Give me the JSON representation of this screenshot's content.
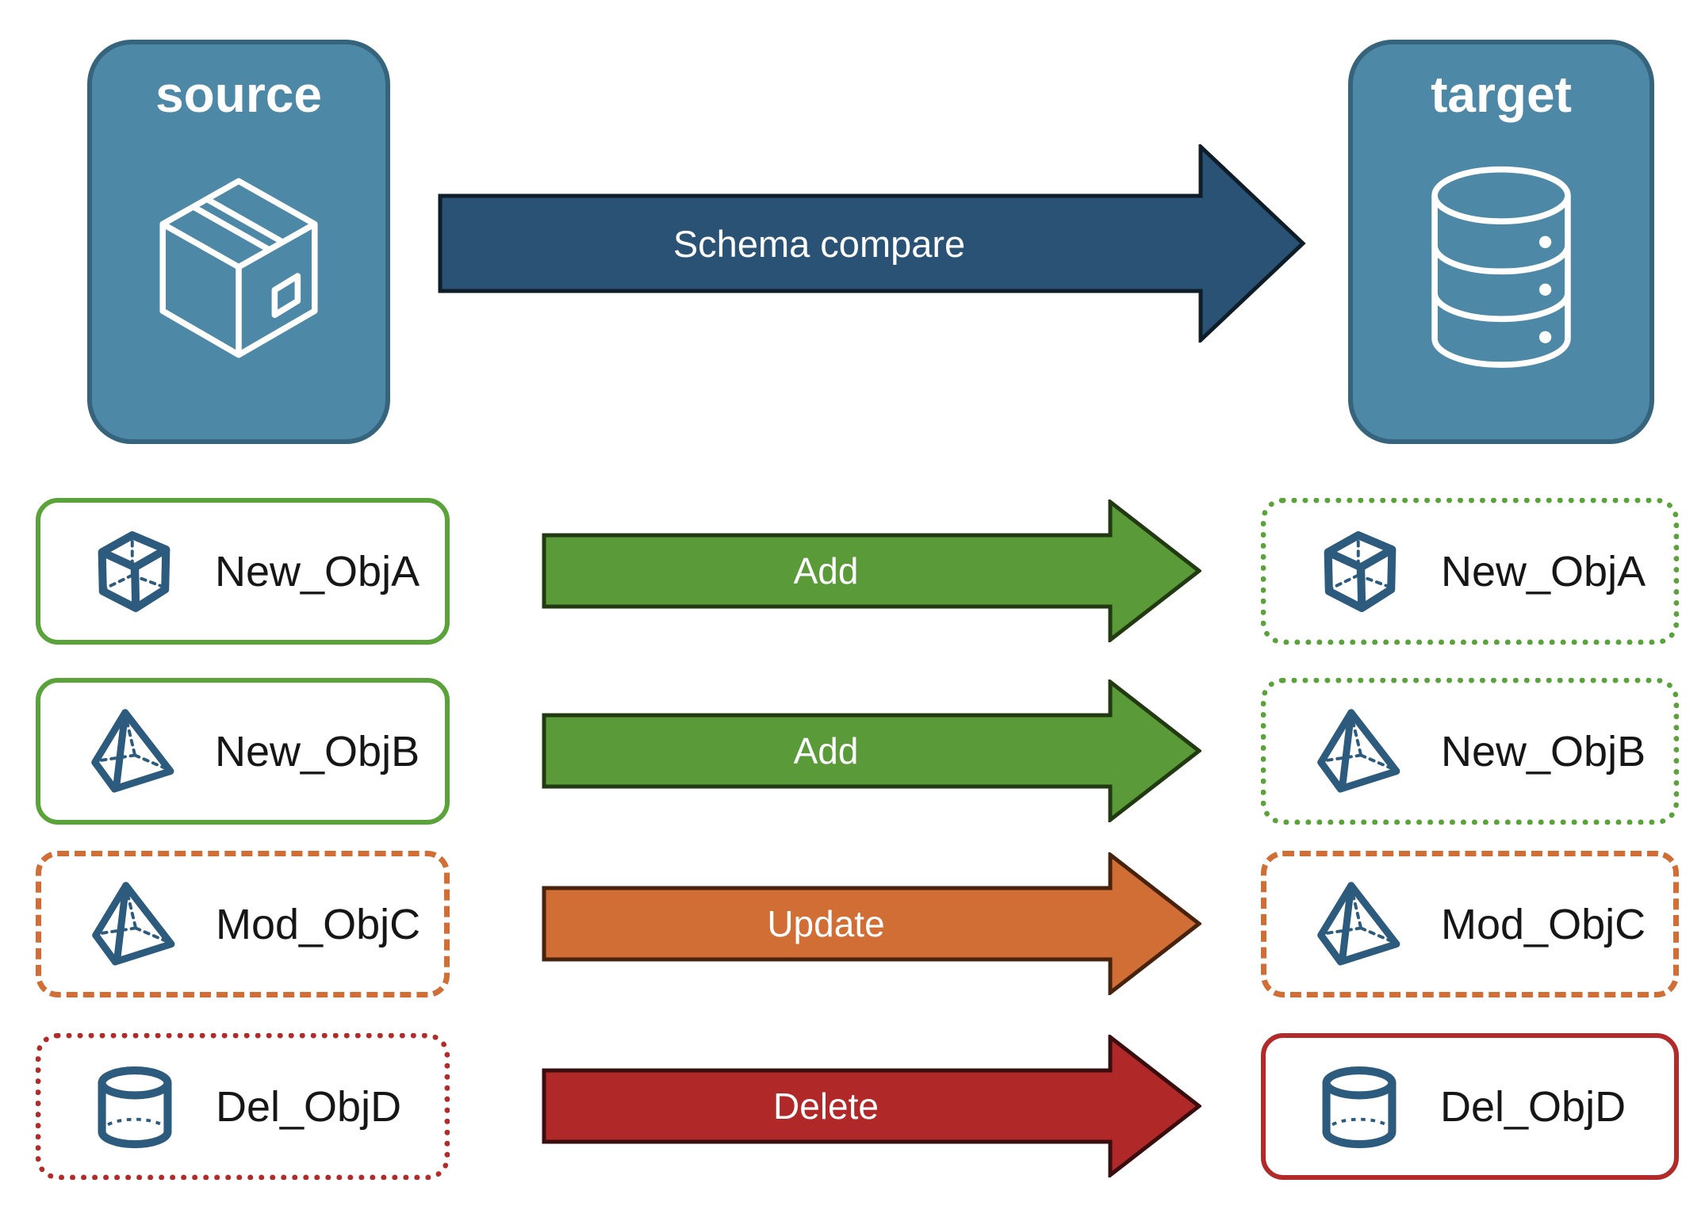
{
  "diagram": {
    "source_node": {
      "label": "source",
      "icon": "package-box-icon",
      "fill": "#4e88a7"
    },
    "target_node": {
      "label": "target",
      "icon": "database-icon",
      "fill": "#4e88a7"
    },
    "compare_arrow": {
      "label": "Schema compare",
      "fill": "#295275"
    },
    "rows": [
      {
        "name": "New_ObjA",
        "icon": "cube-icon",
        "action": "Add",
        "action_color": "#5a9a38",
        "source_card_style": "solid green",
        "target_card_style": "dotted green"
      },
      {
        "name": "New_ObjB",
        "icon": "pyramid-icon",
        "action": "Add",
        "action_color": "#5a9a38",
        "source_card_style": "solid green",
        "target_card_style": "dotted green"
      },
      {
        "name": "Mod_ObjC",
        "icon": "pyramid-icon",
        "action": "Update",
        "action_color": "#d16e35",
        "source_card_style": "dashed orange",
        "target_card_style": "dashed orange"
      },
      {
        "name": "Del_ObjD",
        "icon": "cylinder-icon",
        "action": "Delete",
        "action_color": "#b02828",
        "source_card_style": "dotted red",
        "target_card_style": "solid red"
      }
    ],
    "colors": {
      "node_fill": "#4e88a7",
      "node_border": "#35647c",
      "compare_arrow_fill": "#295275",
      "add_green": "#5a9a38",
      "update_orange": "#d16e35",
      "delete_red": "#b02828",
      "outline_green": "#5aa33a",
      "outline_orange": "#d16e35",
      "outline_red": "#b22a2a",
      "icon_blue": "#2d5b7d",
      "text_white": "#ffffff",
      "text_black": "#161616"
    }
  }
}
